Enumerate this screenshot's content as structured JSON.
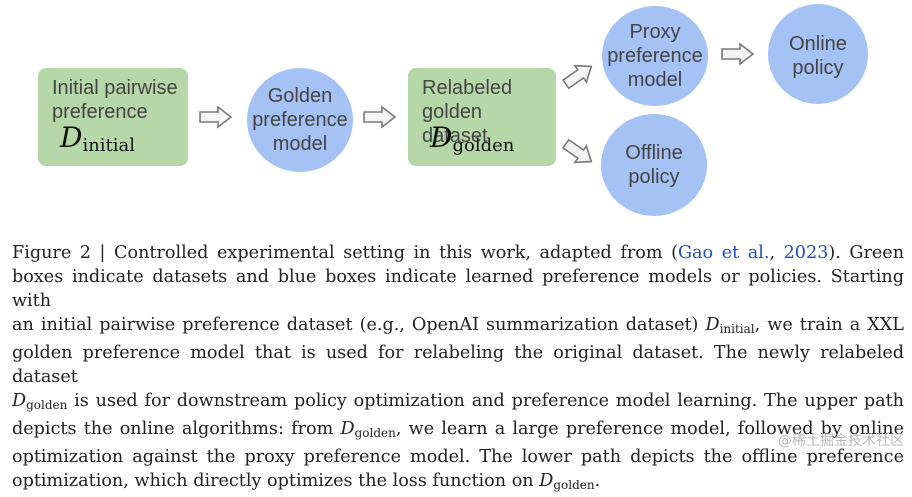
{
  "diagram": {
    "initial_box": {
      "line1": "Initial pairwise",
      "line2": "preference",
      "math": "D",
      "sub": "initial"
    },
    "golden_model": {
      "line1": "Golden",
      "line2": "preference",
      "line3": "model"
    },
    "relabeled_box": {
      "line1": "Relabeled",
      "line2": "golden dataset",
      "math": "D",
      "sub": "golden"
    },
    "proxy_model": {
      "line1": "Proxy",
      "line2": "preference",
      "line3": "model"
    },
    "online_policy": {
      "line1": "Online",
      "line2": "policy"
    },
    "offline_policy": {
      "line1": "Offline",
      "line2": "policy"
    },
    "colors": {
      "dataset": "#b6d7a8",
      "model": "#a4c2f4"
    }
  },
  "caption": {
    "l1_pre": "Figure 2 | Controlled experimental setting in this work, adapted from (",
    "l1_cite_a": "Gao et al.",
    "l1_cite_sep": ", ",
    "l1_cite_b": "2023",
    "l1_post": "). Green",
    "l2": "boxes indicate datasets and blue boxes indicate learned preference models or policies. Starting with",
    "l3_pre": "an initial pairwise preference dataset (e.g., OpenAI summarization dataset) ",
    "l3_post": ", we train a XXL",
    "l4": "golden preference model that is used for relabeling the original dataset. The newly relabeled dataset",
    "l5_post": " is used for downstream policy optimization and preference model learning. The upper path",
    "l6_pre": "depicts the online algorithms: from ",
    "l6_post": ", we learn a large preference model, followed by online",
    "l7": "optimization against the proxy preference model. The lower path depicts the offline preference",
    "l8_pre": "optimization, which directly optimizes the loss function on ",
    "l8_post": ".",
    "math_D": "D",
    "sub_initial": "initial",
    "sub_golden": "golden"
  },
  "watermark": "@稀土掘金技术社区"
}
